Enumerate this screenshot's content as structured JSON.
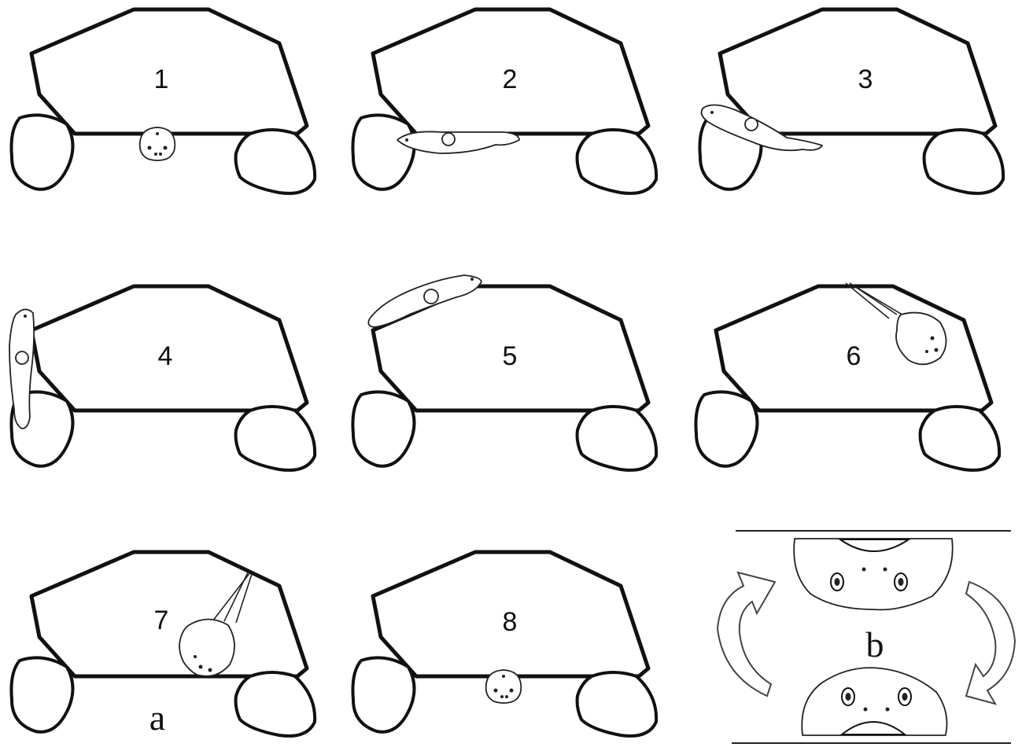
{
  "panel_a": {
    "label": "a",
    "frames": [
      {
        "number": "1"
      },
      {
        "number": "2"
      },
      {
        "number": "3"
      },
      {
        "number": "4"
      },
      {
        "number": "5"
      },
      {
        "number": "6"
      },
      {
        "number": "7"
      },
      {
        "number": "8"
      }
    ]
  },
  "panel_b": {
    "label": "b"
  }
}
